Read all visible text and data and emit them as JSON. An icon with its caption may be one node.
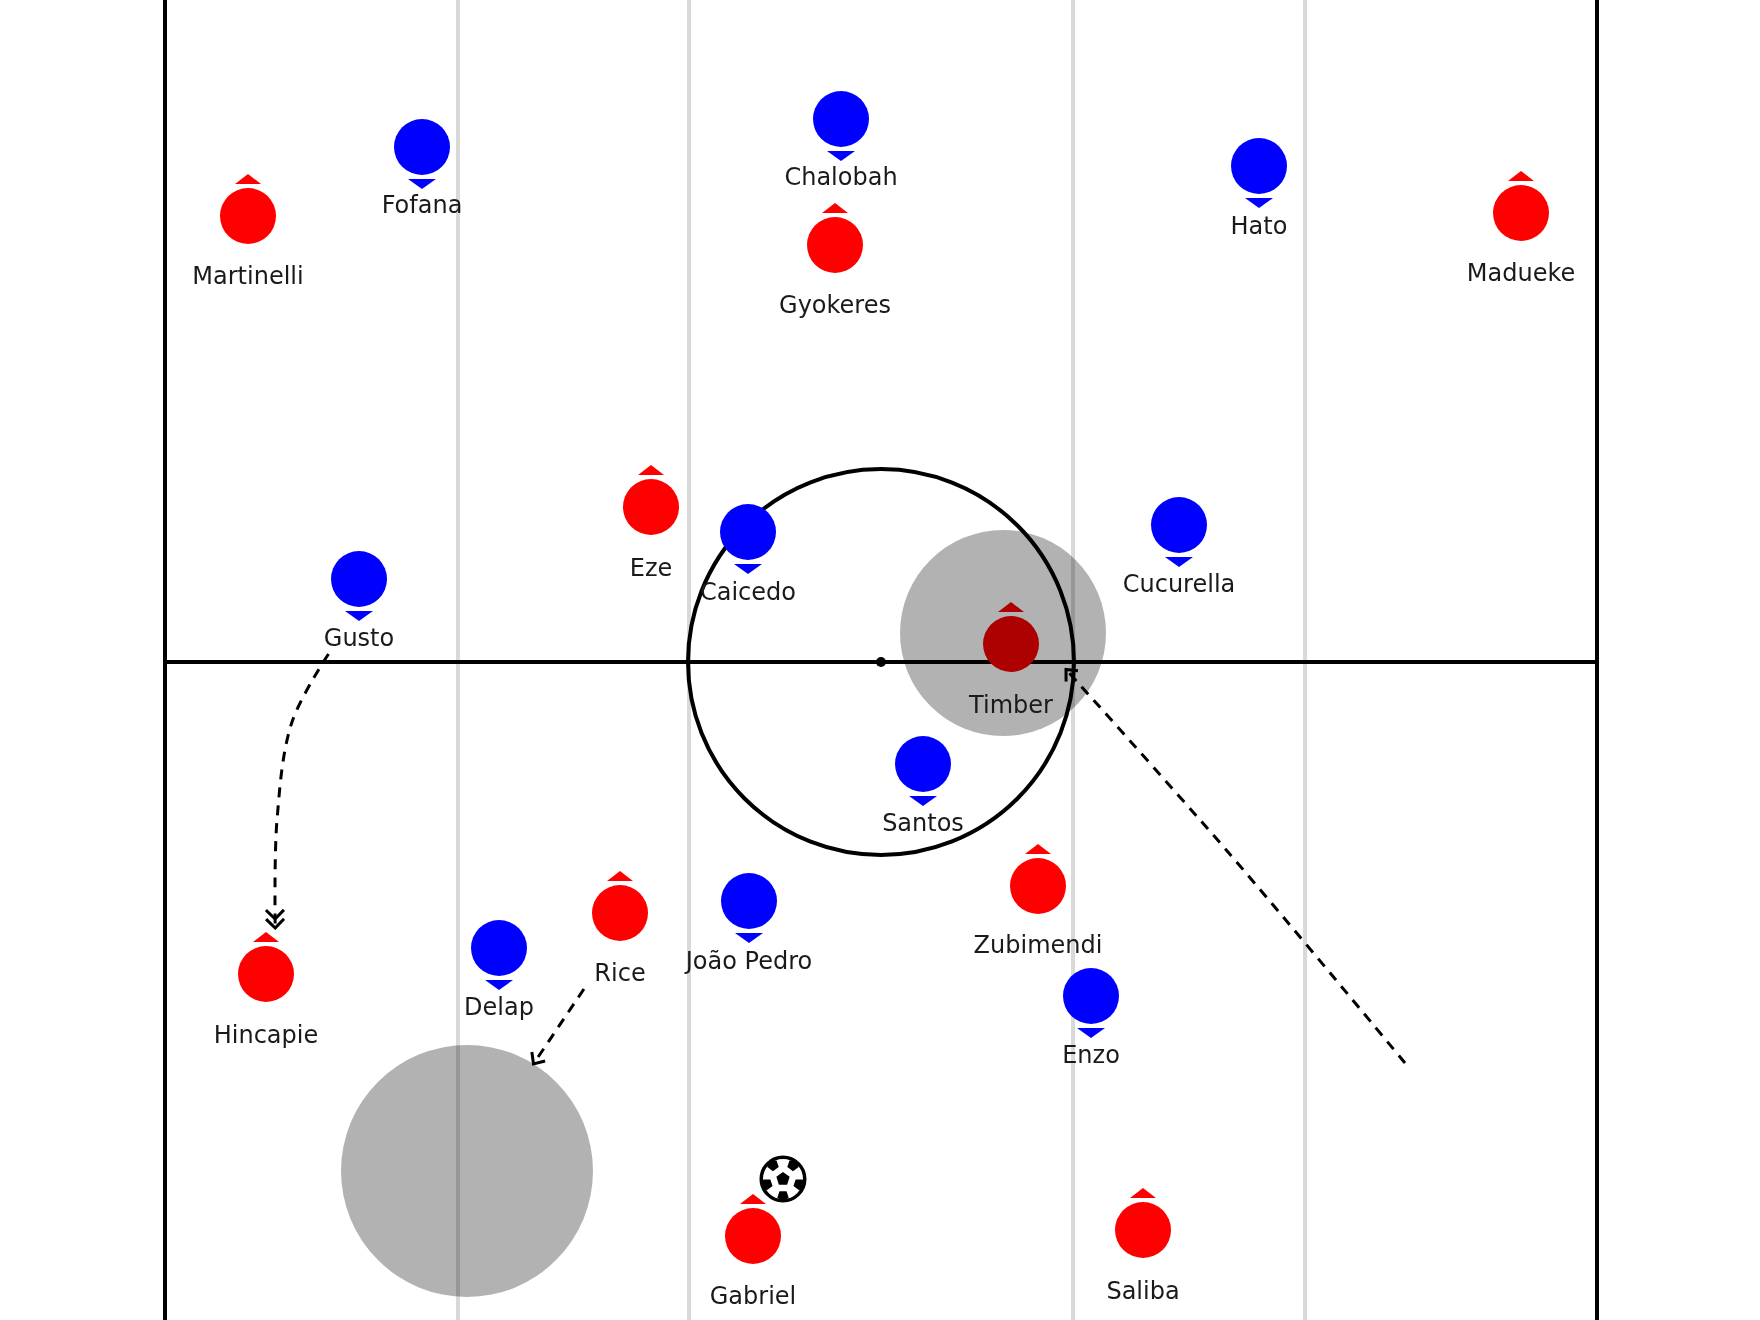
{
  "diagram": {
    "nodes": [
      {
        "text": [
          "Martinelli"
        ]
      },
      {
        "text": [
          "Fofana"
        ]
      },
      {
        "text": [
          "Chalobah"
        ]
      },
      {
        "text": [
          "Gyokeres"
        ]
      },
      {
        "text": [
          "Hato"
        ]
      },
      {
        "text": [
          "Madueke"
        ]
      },
      {
        "text": [
          "Gusto"
        ]
      },
      {
        "text": [
          "Eze"
        ]
      },
      {
        "text": [
          "Caicedo"
        ]
      },
      {
        "text": [],
        "shape": "circle"
      },
      {
        "text": [
          "Timber"
        ],
        "in": 9
      },
      {
        "text": [
          "Cucurella"
        ]
      },
      {
        "text": [
          "Santos"
        ]
      },
      {
        "text": [
          "Hincapie"
        ]
      },
      {
        "text": [
          "Delap"
        ]
      },
      {
        "text": [
          "Rice"
        ]
      },
      {
        "text": [
          "João Pedro"
        ]
      },
      {
        "text": [
          "Zubimendi"
        ]
      },
      {
        "text": [
          "Enzo"
        ]
      },
      {
        "text": [],
        "shape": "circle"
      },
      {
        "text": [
          "Gabriel"
        ]
      },
      {
        "text": [
          "Saliba"
        ]
      }
    ],
    "edges": [
      {
        "from": 6,
        "to": 13,
        "arrow": "to",
        "style": "dashed"
      },
      {
        "from": 15,
        "to": 19,
        "arrow": "to",
        "style": "dashed"
      },
      {
        "from": null,
        "to": 10,
        "arrow": "to",
        "style": "dashed"
      }
    ]
  }
}
